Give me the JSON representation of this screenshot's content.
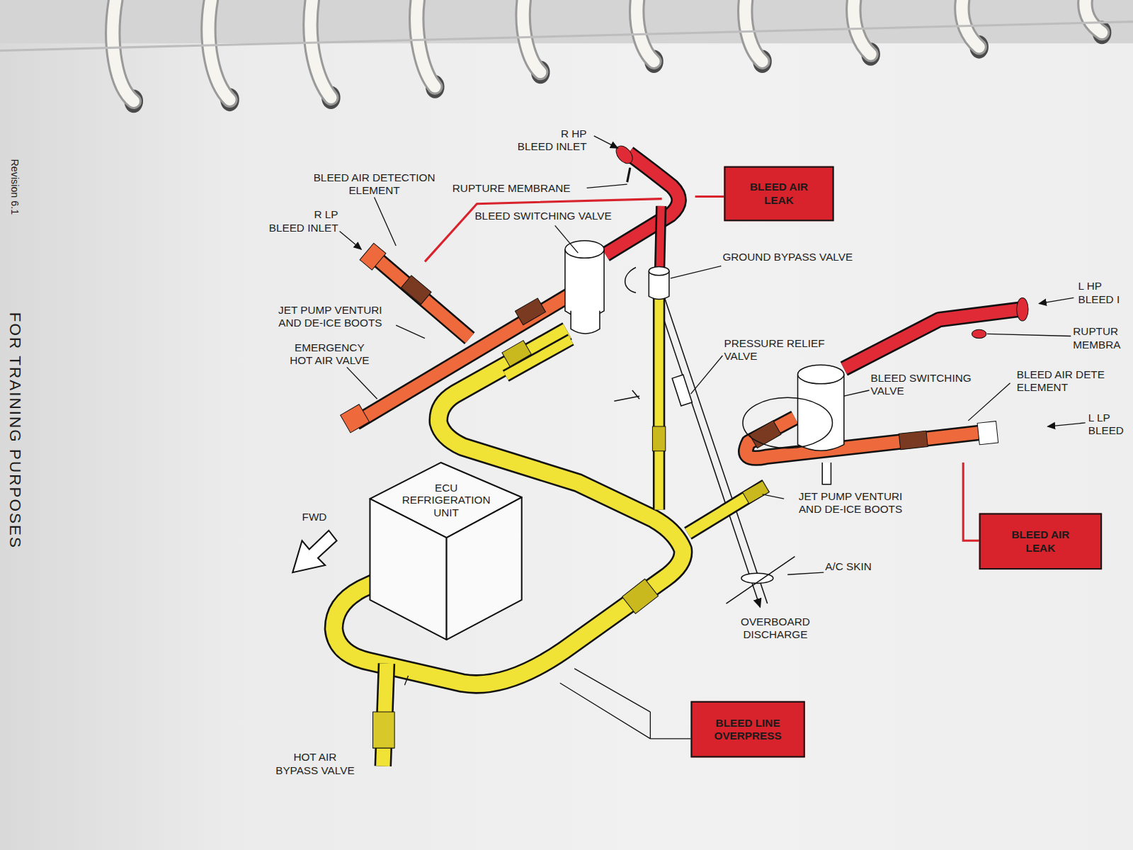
{
  "diagram": {
    "nodes": [
      {
        "text": [
          "BLEED AIR LEAK"
        ]
      },
      {
        "text": [
          "ECU REFRIGERATION UNIT"
        ]
      },
      {
        "text": [
          "BLEED AIR LEAK"
        ]
      },
      {
        "text": [
          "BLEED LINE OVERPRESS"
        ]
      }
    ],
    "labels": [
      "Revision 6.1",
      "R HP BLEED INLET",
      "BLEED AIR DETECTION ELEMENT",
      "RUPTURE MEMBRANE",
      "R LP BLEED INLET",
      "BLEED SWITCHING VALVE",
      "GROUND BYPASS VALVE",
      "L HP BLEED I",
      "JET PUMP VENTURI AND DE-ICE BOOTS",
      "FOR TRAINING PURPOSES",
      "RUPTUR MEMBRA",
      "PRESSURE RELIEF VALVE",
      "EMERGENCY HOT AIR VALVE",
      "BLEED SWITCHING VALVE",
      "BLEED AIR DETE ELEMENT",
      "L LP BLEED",
      "JET PUMP VENTURI AND DE-ICE BOOTS",
      "FWD",
      "A/C SKIN",
      "OVERBOARD DISCHARGE",
      "HOT AIR BYPASS VALVE"
    ]
  }
}
